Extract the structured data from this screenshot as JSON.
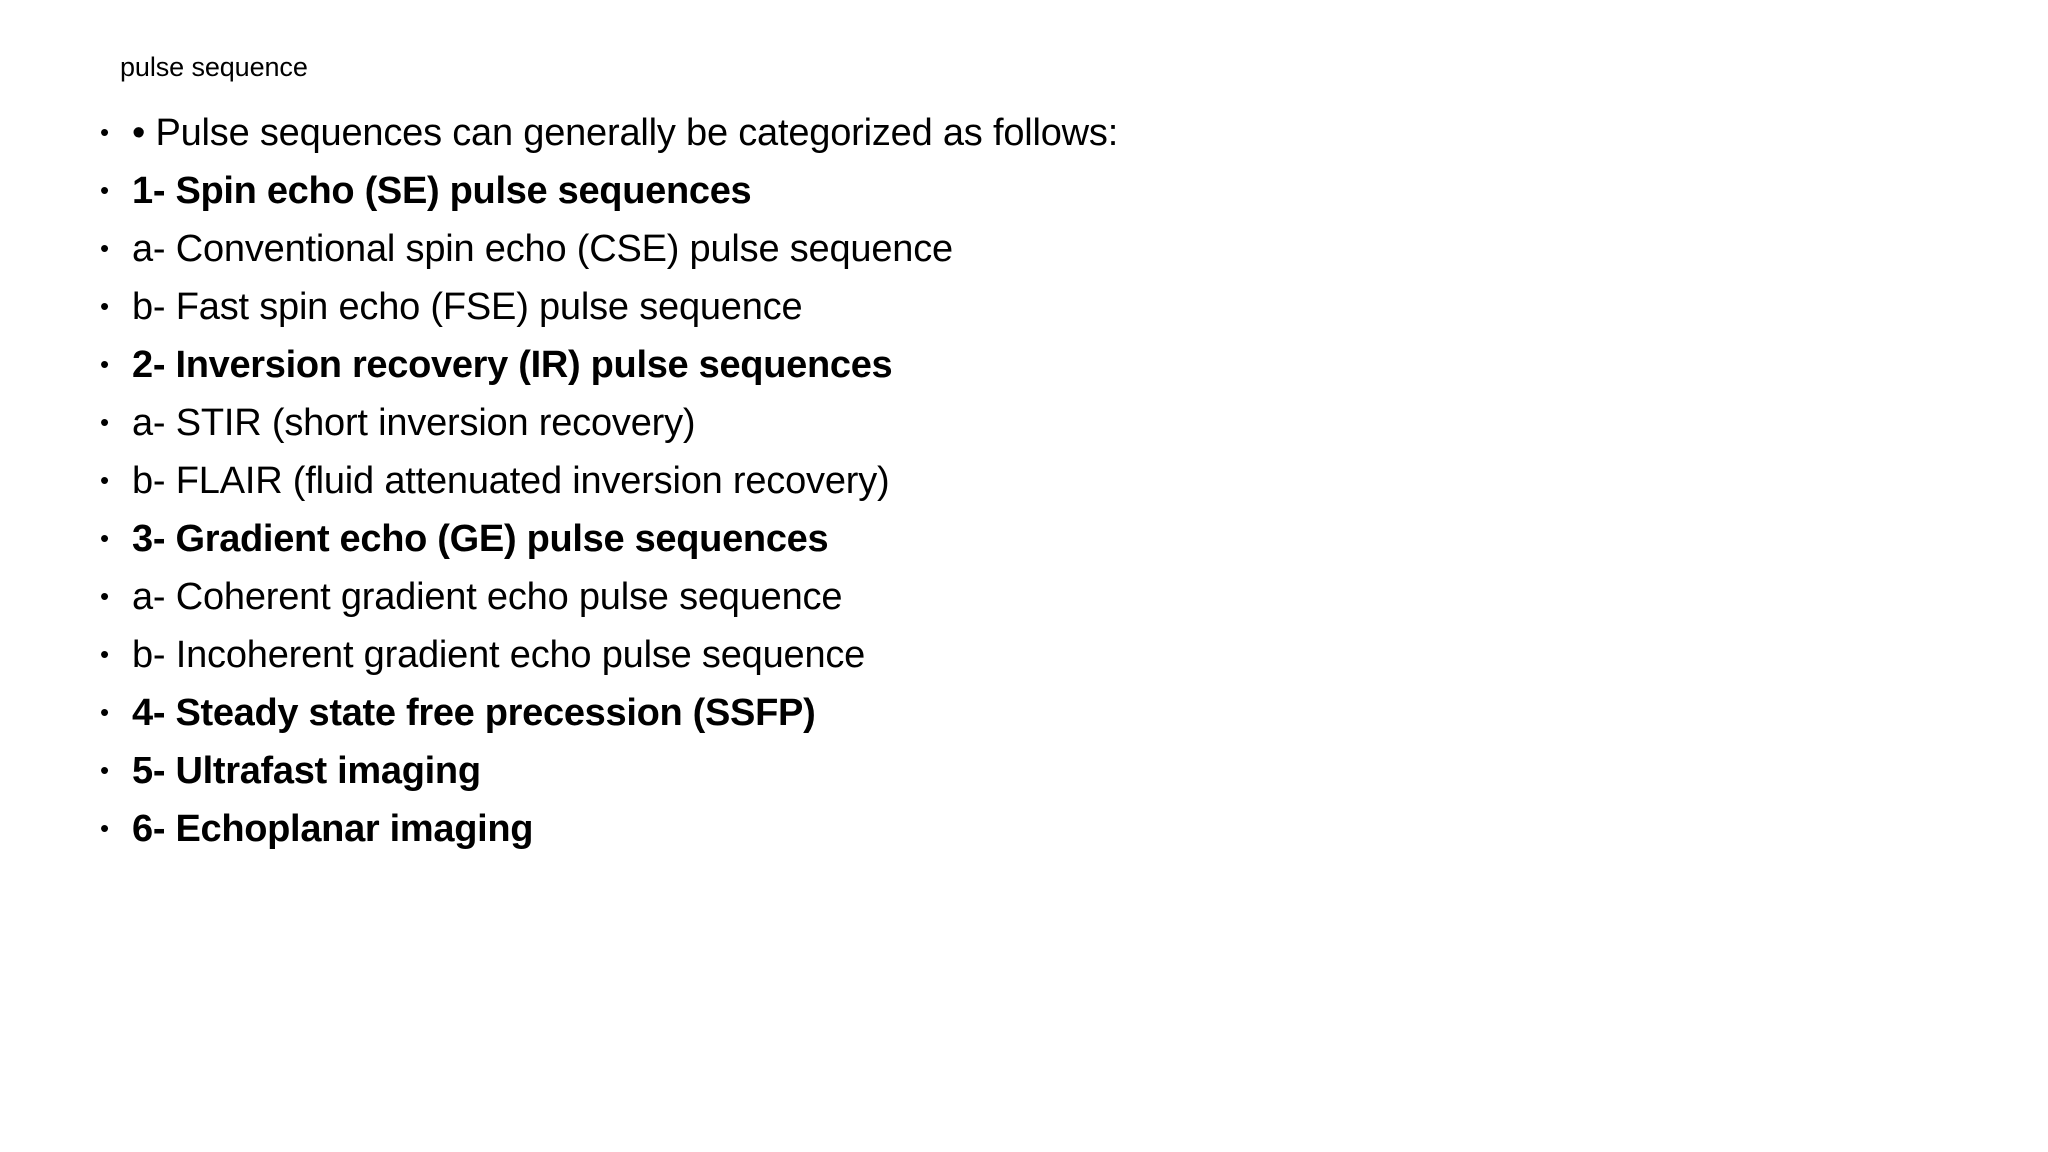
{
  "slide": {
    "title": "pulse sequence",
    "background_color": "#ffffff",
    "text_color": "#000000",
    "bullet_glyph": "•",
    "items": [
      {
        "text": "• Pulse sequences can generally be categorized as follows:",
        "bold": false
      },
      {
        "text": "1- Spin echo (SE) pulse sequences",
        "bold": true
      },
      {
        "text": "a- Conventional spin echo (CSE) pulse sequence",
        "bold": false
      },
      {
        "text": "b- Fast spin echo (FSE) pulse sequence",
        "bold": false
      },
      {
        "text": "2- Inversion recovery (IR) pulse sequences",
        "bold": true
      },
      {
        "text": "a- STIR (short inversion recovery)",
        "bold": false
      },
      {
        "text": "b- FLAIR (fluid attenuated inversion recovery)",
        "bold": false
      },
      {
        "text": "3- Gradient echo (GE) pulse sequences",
        "bold": true
      },
      {
        "text": "a- Coherent gradient echo pulse sequence",
        "bold": false
      },
      {
        "text": "b- Incoherent gradient echo pulse sequence",
        "bold": false
      },
      {
        "text": "4- Steady state free precession (SSFP)",
        "bold": true
      },
      {
        "text": "5- Ultrafast imaging",
        "bold": true
      },
      {
        "text": "6- Echoplanar imaging",
        "bold": true
      }
    ]
  }
}
